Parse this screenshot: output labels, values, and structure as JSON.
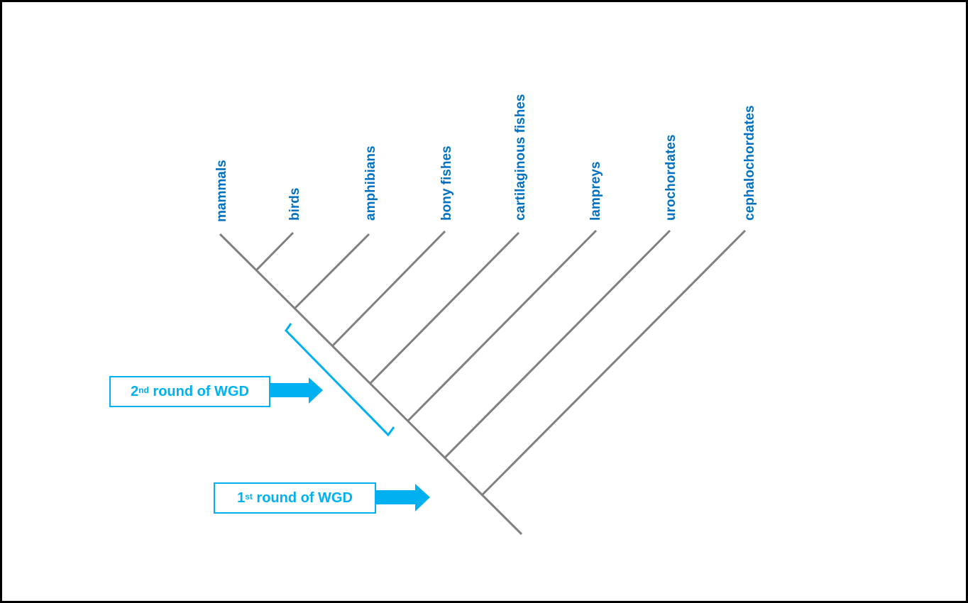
{
  "diagram": {
    "taxa": [
      "mammals",
      "birds",
      "amphibians",
      "bony fishes",
      "cartilaginous fishes",
      "lampreys",
      "urochordates",
      "cephalochordates"
    ],
    "annotations": {
      "second_round": {
        "number": "2",
        "suffix": "nd",
        "text": " round of WGD"
      },
      "first_round": {
        "number": "1",
        "suffix": "st",
        "text": " round of WGD"
      }
    },
    "colors": {
      "branch": "#808080",
      "label": "#0070c0",
      "annotation": "#00b0f0",
      "border": "#000000"
    }
  }
}
